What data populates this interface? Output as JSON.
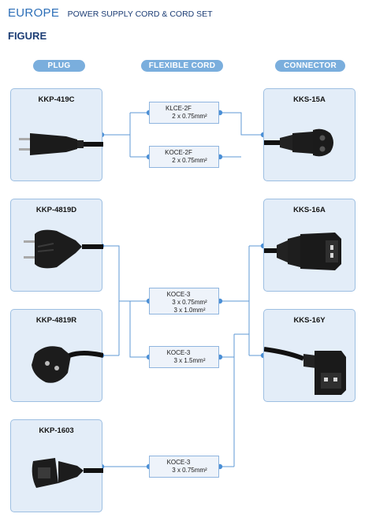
{
  "header": {
    "region": "EUROPE",
    "subtitle": "POWER SUPPLY CORD & CORD SET",
    "figure": "FIGURE"
  },
  "columns": {
    "plug": "PLUG",
    "cord": "FLEXIBLE CORD",
    "connector": "CONNECTOR"
  },
  "plugs": [
    {
      "model": "KKP-419C"
    },
    {
      "model": "KKP-4819D"
    },
    {
      "model": "KKP-4819R"
    },
    {
      "model": "KKP-1603"
    }
  ],
  "cords": [
    {
      "code": "KLCE-2F",
      "spec": "2 x 0.75mm²"
    },
    {
      "code": "KOCE-2F",
      "spec": "2 x 0.75mm²"
    },
    {
      "code": "KOCE-3",
      "spec": "3 x 0.75mm²",
      "spec2": "3 x 1.0mm²"
    },
    {
      "code": "KOCE-3",
      "spec": "3 x 1.5mm²"
    },
    {
      "code": "KOCE-3",
      "spec": "3 x 0.75mm²"
    }
  ],
  "connectors": [
    {
      "model": "KKS-15A"
    },
    {
      "model": "KKS-16A"
    },
    {
      "model": "KKS-16Y"
    }
  ],
  "colors": {
    "accent": "#2d6fb8",
    "header_pill": "#7aaedd",
    "card_bg": "#e3edf8",
    "line": "#5f9ad6",
    "dot": "#4a8fd6"
  }
}
